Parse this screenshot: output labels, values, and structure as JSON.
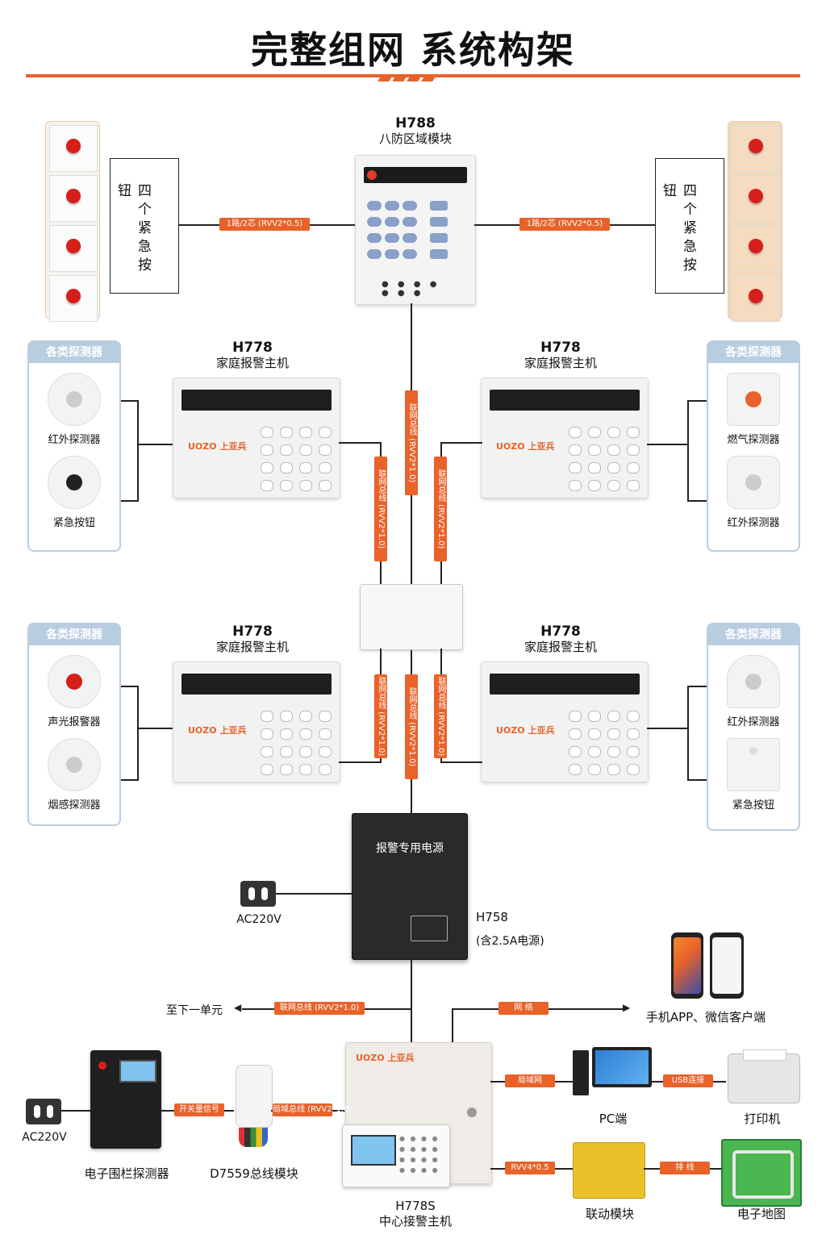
{
  "title": "完整组网 系统构架",
  "h788": {
    "model": "H788",
    "name": "八防区域模块"
  },
  "emergency_box_left": "四个紧急按钮",
  "emergency_box_right": "四个紧急按钮",
  "wire_top_left": "1路/2芯 (RVV2*0.5)",
  "wire_top_right": "1路/2芯 (RVV2*0.5)",
  "detector_panel_title": "各类探测器",
  "hosts": [
    {
      "model": "H778",
      "name": "家庭报警主机",
      "brand": "UOZO 上亚兵"
    },
    {
      "model": "H778",
      "name": "家庭报警主机",
      "brand": "UOZO 上亚兵"
    },
    {
      "model": "H778",
      "name": "家庭报警主机",
      "brand": "UOZO 上亚兵"
    },
    {
      "model": "H778",
      "name": "家庭报警主机",
      "brand": "UOZO 上亚兵"
    }
  ],
  "detectors": {
    "top_left": [
      "红外探测器",
      "紧急按钮"
    ],
    "top_right": [
      "燃气探测器",
      "红外探测器"
    ],
    "bottom_left": [
      "声光报警器",
      "烟感探测器"
    ],
    "bottom_right": [
      "红外探测器",
      "紧急按钮"
    ]
  },
  "power": {
    "label": "报警专用电源",
    "model": "H758",
    "note": "(含2.5A电源)"
  },
  "ac_left_top": "AC220V",
  "ac_left_bottom": "AC220V",
  "next_unit": "至下一单元",
  "bus_tag": "联网总线 (RVV2*1.0)",
  "network_tag": "网 络",
  "mobile_label": "手机APP、微信客户端",
  "lan_tag": "局域网",
  "usb_tag": "USB连接",
  "pc_label": "PC端",
  "printer_label": "打印机",
  "rvv_tag": "RVV4*0.5",
  "cable_tag": "排 线",
  "linkage_label": "联动模块",
  "map_label": "电子地图",
  "fence_label": "电子围栏探测器",
  "switch_tag": "开关量信号",
  "bus_tag2": "局域总线 (RVV2*1.0)",
  "d7559_label": "D7559总线模块",
  "center_host": {
    "model": "H778S",
    "name": "中心接警主机",
    "brand": "UOZO 上亚兵"
  }
}
